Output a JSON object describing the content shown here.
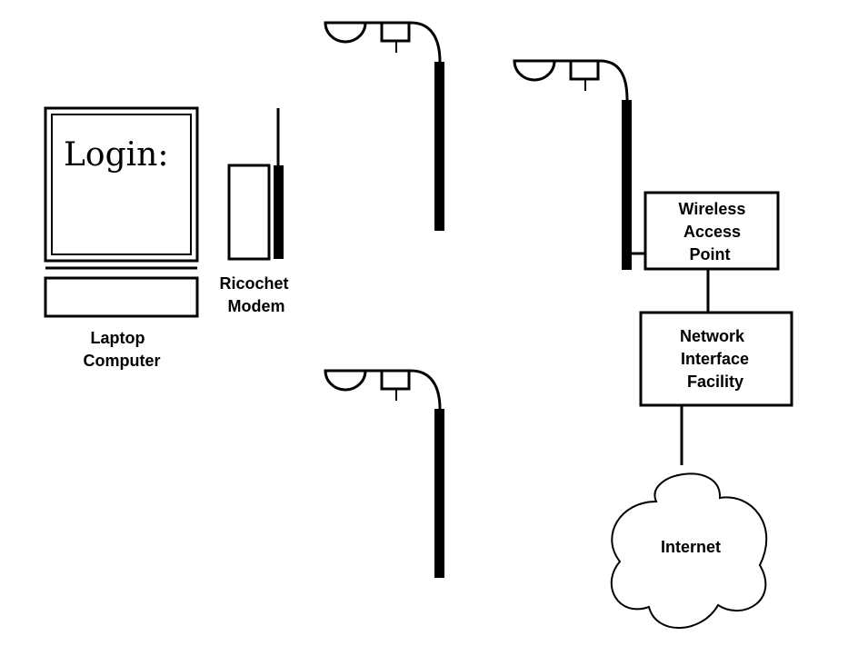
{
  "screen_prompt": "Login:",
  "laptop_label": [
    "Laptop",
    "Computer"
  ],
  "modem_label": [
    "Ricochet",
    "Modem"
  ],
  "access_point_label": [
    "Wireless",
    "Access",
    "Point"
  ],
  "network_interface_label": [
    "Network",
    "Interface",
    "Facility"
  ],
  "internet_label": "Internet",
  "line_color": "#000000",
  "background_color": "#ffffff"
}
